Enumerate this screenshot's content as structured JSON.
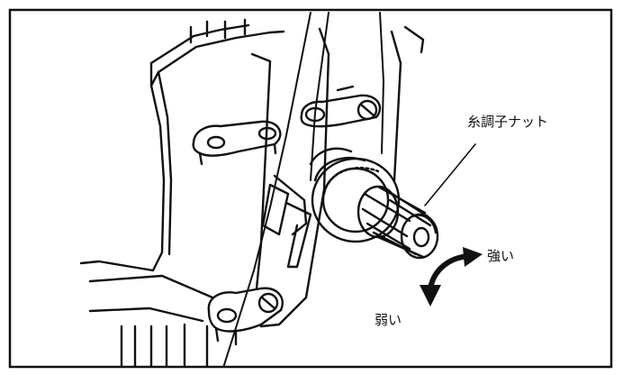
{
  "diagram": {
    "callout_label": "糸調子ナット",
    "strong_label": "強い",
    "weak_label": "弱い"
  },
  "colors": {
    "ink": "#111111",
    "paper": "#ffffff"
  }
}
